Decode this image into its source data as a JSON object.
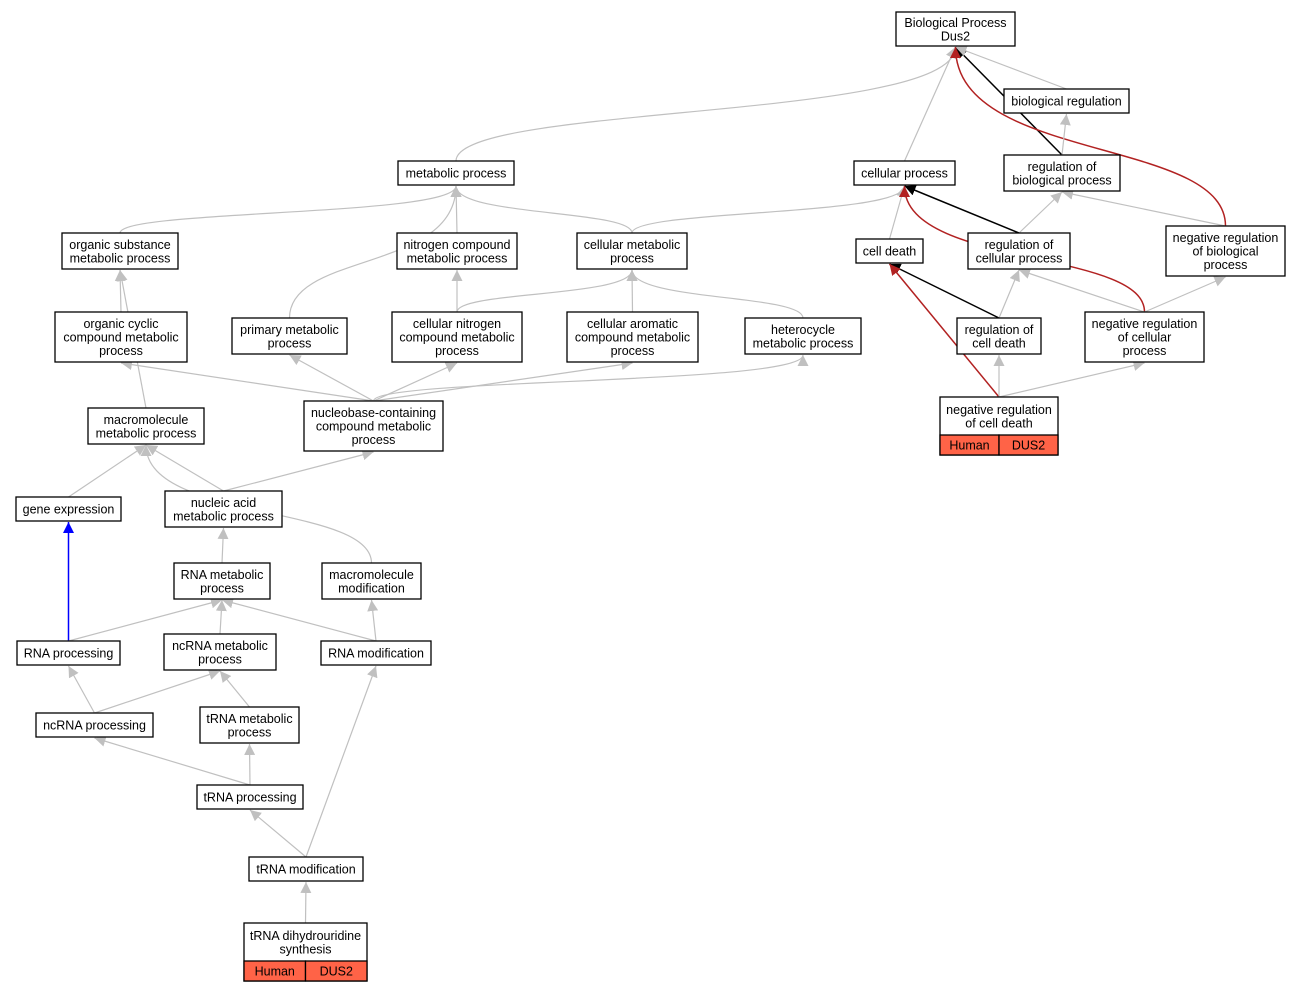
{
  "colors": {
    "gray": "#c0c0c0",
    "black": "#000000",
    "red": "#b22222",
    "blue": "#0000ff",
    "annotation_fill": "#ff6347"
  },
  "nodes": [
    {
      "id": "bp",
      "lines": [
        "Biological Process",
        "Dus2"
      ]
    },
    {
      "id": "breg",
      "lines": [
        "biological regulation"
      ]
    },
    {
      "id": "metab",
      "lines": [
        "metabolic process"
      ]
    },
    {
      "id": "cellproc",
      "lines": [
        "cellular process"
      ]
    },
    {
      "id": "regbio",
      "lines": [
        "regulation of",
        "biological process"
      ]
    },
    {
      "id": "orgsub",
      "lines": [
        "organic substance",
        "metabolic process"
      ]
    },
    {
      "id": "nitro",
      "lines": [
        "nitrogen compound",
        "metabolic process"
      ]
    },
    {
      "id": "cellmet",
      "lines": [
        "cellular metabolic",
        "process"
      ]
    },
    {
      "id": "celldeath",
      "lines": [
        "cell death"
      ]
    },
    {
      "id": "regcell",
      "lines": [
        "regulation of",
        "cellular process"
      ]
    },
    {
      "id": "negbio",
      "lines": [
        "negative regulation",
        "of biological",
        "process"
      ]
    },
    {
      "id": "orgcyc",
      "lines": [
        "organic cyclic",
        "compound metabolic",
        "process"
      ]
    },
    {
      "id": "primary",
      "lines": [
        "primary metabolic",
        "process"
      ]
    },
    {
      "id": "cellnitro",
      "lines": [
        "cellular nitrogen",
        "compound metabolic",
        "process"
      ]
    },
    {
      "id": "cellarom",
      "lines": [
        "cellular aromatic",
        "compound metabolic",
        "process"
      ]
    },
    {
      "id": "hetero",
      "lines": [
        "heterocycle",
        "metabolic process"
      ]
    },
    {
      "id": "regdeath",
      "lines": [
        "regulation of",
        "cell death"
      ]
    },
    {
      "id": "negcell",
      "lines": [
        "negative regulation",
        "of cellular",
        "process"
      ]
    },
    {
      "id": "macro",
      "lines": [
        "macromolecule",
        "metabolic process"
      ]
    },
    {
      "id": "nucleobase",
      "lines": [
        "nucleobase-containing",
        "compound metabolic",
        "process"
      ]
    },
    {
      "id": "negdeath",
      "lines": [
        "negative regulation",
        "of cell death"
      ],
      "tags": [
        "Human",
        "DUS2"
      ]
    },
    {
      "id": "geneexp",
      "lines": [
        "gene expression"
      ]
    },
    {
      "id": "nucacid",
      "lines": [
        "nucleic acid",
        "metabolic process"
      ]
    },
    {
      "id": "rnamet",
      "lines": [
        "RNA metabolic",
        "process"
      ]
    },
    {
      "id": "macromod",
      "lines": [
        "macromolecule",
        "modification"
      ]
    },
    {
      "id": "rnaproc",
      "lines": [
        "RNA processing"
      ]
    },
    {
      "id": "ncrnamet",
      "lines": [
        "ncRNA metabolic",
        "process"
      ]
    },
    {
      "id": "rnamod",
      "lines": [
        "RNA modification"
      ]
    },
    {
      "id": "ncrnaproc",
      "lines": [
        "ncRNA processing"
      ]
    },
    {
      "id": "trnamet",
      "lines": [
        "tRNA metabolic",
        "process"
      ]
    },
    {
      "id": "trnaproc",
      "lines": [
        "tRNA processing"
      ]
    },
    {
      "id": "trnamod",
      "lines": [
        "tRNA modification"
      ]
    },
    {
      "id": "trnadih",
      "lines": [
        "tRNA dihydrouridine",
        "synthesis"
      ],
      "tags": [
        "Human",
        "DUS2"
      ]
    }
  ],
  "edges": [
    {
      "from": "metab",
      "to": "bp",
      "color": "gray"
    },
    {
      "from": "cellproc",
      "to": "bp",
      "color": "gray"
    },
    {
      "from": "regbio",
      "to": "bp",
      "color": "black"
    },
    {
      "from": "breg",
      "to": "bp",
      "color": "gray"
    },
    {
      "from": "negbio",
      "to": "bp",
      "color": "red"
    },
    {
      "from": "regbio",
      "to": "breg",
      "color": "gray"
    },
    {
      "from": "orgsub",
      "to": "metab",
      "color": "gray"
    },
    {
      "from": "primary",
      "to": "metab",
      "color": "gray"
    },
    {
      "from": "nitro",
      "to": "metab",
      "color": "gray"
    },
    {
      "from": "cellmet",
      "to": "metab",
      "color": "gray"
    },
    {
      "from": "cellmet",
      "to": "cellproc",
      "color": "gray"
    },
    {
      "from": "celldeath",
      "to": "cellproc",
      "color": "gray"
    },
    {
      "from": "regcell",
      "to": "cellproc",
      "color": "black"
    },
    {
      "from": "negcell",
      "to": "cellproc",
      "color": "red"
    },
    {
      "from": "regcell",
      "to": "regbio",
      "color": "gray"
    },
    {
      "from": "negbio",
      "to": "regbio",
      "color": "gray"
    },
    {
      "from": "orgcyc",
      "to": "orgsub",
      "color": "gray"
    },
    {
      "from": "macro",
      "to": "orgsub",
      "color": "gray"
    },
    {
      "from": "cellnitro",
      "to": "nitro",
      "color": "gray"
    },
    {
      "from": "cellnitro",
      "to": "cellmet",
      "color": "gray"
    },
    {
      "from": "cellarom",
      "to": "cellmet",
      "color": "gray"
    },
    {
      "from": "hetero",
      "to": "cellmet",
      "color": "gray"
    },
    {
      "from": "regdeath",
      "to": "celldeath",
      "color": "black"
    },
    {
      "from": "negdeath",
      "to": "celldeath",
      "color": "red"
    },
    {
      "from": "regdeath",
      "to": "regcell",
      "color": "gray"
    },
    {
      "from": "negcell",
      "to": "regcell",
      "color": "gray"
    },
    {
      "from": "negcell",
      "to": "negbio",
      "color": "gray"
    },
    {
      "from": "negdeath",
      "to": "regdeath",
      "color": "gray"
    },
    {
      "from": "negdeath",
      "to": "negcell",
      "color": "gray"
    },
    {
      "from": "nucleobase",
      "to": "orgcyc",
      "color": "gray"
    },
    {
      "from": "nucleobase",
      "to": "primary",
      "color": "gray"
    },
    {
      "from": "nucleobase",
      "to": "cellnitro",
      "color": "gray"
    },
    {
      "from": "nucleobase",
      "to": "cellarom",
      "color": "gray"
    },
    {
      "from": "nucleobase",
      "to": "hetero",
      "color": "gray"
    },
    {
      "from": "geneexp",
      "to": "macro",
      "color": "gray"
    },
    {
      "from": "nucacid",
      "to": "macro",
      "color": "gray"
    },
    {
      "from": "macromod",
      "to": "macro",
      "color": "gray"
    },
    {
      "from": "nucacid",
      "to": "nucleobase",
      "color": "gray"
    },
    {
      "from": "rnamet",
      "to": "nucacid",
      "color": "gray"
    },
    {
      "from": "rnaproc",
      "to": "geneexp",
      "color": "blue"
    },
    {
      "from": "rnaproc",
      "to": "rnamet",
      "color": "gray"
    },
    {
      "from": "ncrnamet",
      "to": "rnamet",
      "color": "gray"
    },
    {
      "from": "rnamod",
      "to": "rnamet",
      "color": "gray"
    },
    {
      "from": "rnamod",
      "to": "macromod",
      "color": "gray"
    },
    {
      "from": "ncrnaproc",
      "to": "rnaproc",
      "color": "gray"
    },
    {
      "from": "ncrnaproc",
      "to": "ncrnamet",
      "color": "gray"
    },
    {
      "from": "trnamet",
      "to": "ncrnamet",
      "color": "gray"
    },
    {
      "from": "trnaproc",
      "to": "ncrnaproc",
      "color": "gray"
    },
    {
      "from": "trnaproc",
      "to": "trnamet",
      "color": "gray"
    },
    {
      "from": "trnamod",
      "to": "trnaproc",
      "color": "gray"
    },
    {
      "from": "trnamod",
      "to": "rnamod",
      "color": "gray"
    },
    {
      "from": "trnadih",
      "to": "trnamod",
      "color": "gray"
    }
  ]
}
